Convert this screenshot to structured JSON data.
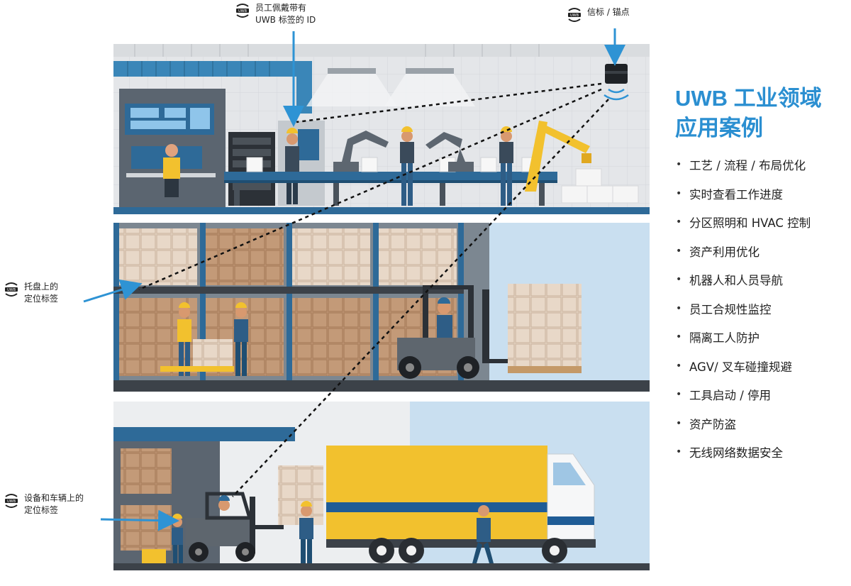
{
  "callouts": {
    "worker_tag": {
      "line1": "员工佩戴带有",
      "line2": "UWB 标签的 ID",
      "icon": "uwb-icon"
    },
    "anchor": {
      "line1": "信标 / 锚点",
      "icon": "uwb-icon"
    },
    "pallet_tag": {
      "line1": "托盘上的",
      "line2": "定位标签",
      "icon": "uwb-icon"
    },
    "vehicle_tag": {
      "line1": "设备和车辆上的",
      "line2": "定位标签",
      "icon": "uwb-icon"
    }
  },
  "uwb_badge_text": "UWB",
  "panel": {
    "title_line1": "UWB 工业领域",
    "title_line2": "应用案例",
    "items": [
      "工艺 / 流程 / 布局优化",
      "实时查看工作进度",
      "分区照明和 HVAC 控制",
      "资产利用优化",
      "机器人和人员导航",
      "员工合规性监控",
      "隔离工人防护",
      "AGV/ 叉车碰撞规避",
      "工具启动 / 停用",
      "资产防盗",
      "无线网络数据安全"
    ]
  },
  "colors": {
    "accent_blue": "#2b8fd1",
    "arrow_blue": "#2e93d4",
    "floor_dark": "#3c4249",
    "truck_yellow": "#f2c12e",
    "box_brown": "#b07a55",
    "robot_gray": "#5d6670"
  }
}
